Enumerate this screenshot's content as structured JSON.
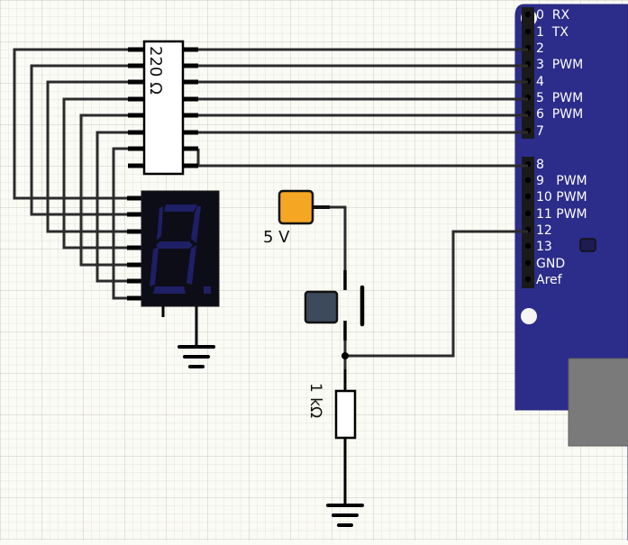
{
  "colors": {
    "background": "#fbfbf6",
    "grid_minor": "#dcdcd0",
    "grid_major": "#c8c8bc",
    "wire": "#2b2b2b",
    "board": "#2c2c8a",
    "board_edge": "#23237a",
    "display_body": "#0d0d18",
    "display_segment": "#1f1f66",
    "power_supply": "#f5a623",
    "button_cap": "#3d4a5c",
    "usb_port": "#7a7a7a"
  },
  "resistor_array": {
    "label": "220 Ω"
  },
  "resistor": {
    "label": "1 kΩ"
  },
  "power": {
    "label": "5 V"
  },
  "arduino": {
    "pins": [
      {
        "label": "0  RX"
      },
      {
        "label": "1  TX"
      },
      {
        "label": "2"
      },
      {
        "label": "3  PWM"
      },
      {
        "label": "4"
      },
      {
        "label": "5  PWM"
      },
      {
        "label": "6  PWM"
      },
      {
        "label": "7"
      },
      {
        "label": "8"
      },
      {
        "label": "9   PWM"
      },
      {
        "label": "10 PWM"
      },
      {
        "label": "11 PWM"
      },
      {
        "label": "12"
      },
      {
        "label": "13"
      },
      {
        "label": "GND"
      },
      {
        "label": "Aref"
      }
    ]
  }
}
